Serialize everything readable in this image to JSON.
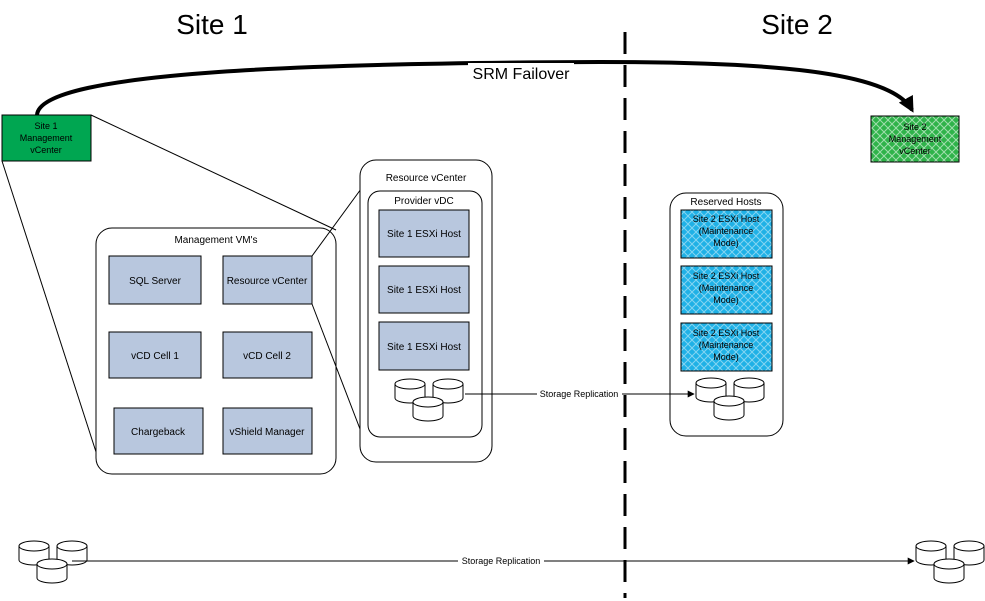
{
  "sites": {
    "site1": "Site 1",
    "site2": "Site 2"
  },
  "srm_failover": "SRM Failover",
  "site1_mgmt_vcenter": [
    "Site 1",
    "Management",
    "vCenter"
  ],
  "site2_mgmt_vcenter": [
    "Site 2",
    "Management",
    "vCenter"
  ],
  "management_vms": {
    "title": "Management VM's",
    "items": [
      "SQL Server",
      "Resource vCenter",
      "vCD Cell 1",
      "vCD Cell 2",
      "Chargeback",
      "vShield Manager"
    ]
  },
  "resource_vcenter": {
    "title": "Resource vCenter",
    "provider_vdc": "Provider vDC",
    "hosts": [
      "Site 1 ESXi Host",
      "Site 1 ESXi Host",
      "Site 1 ESXi Host"
    ]
  },
  "reserved_hosts": {
    "title": "Reserved Hosts",
    "hosts": [
      [
        "Site 2 ESXi Host",
        "(Maintenance",
        "Mode)"
      ],
      [
        "Site 2 ESXi Host",
        "(Maintenance",
        "Mode)"
      ],
      [
        "Site 2 ESXi Host",
        "(Maintenance",
        "Mode)"
      ]
    ]
  },
  "storage_replication": {
    "middle": "Storage Replication",
    "bottom": "Storage Replication"
  },
  "colors": {
    "site1_green": "#00a651",
    "site2_green": "#2fb34a",
    "vm_box": "#b8c7de",
    "reserved_blue": "#1fb1e6"
  }
}
